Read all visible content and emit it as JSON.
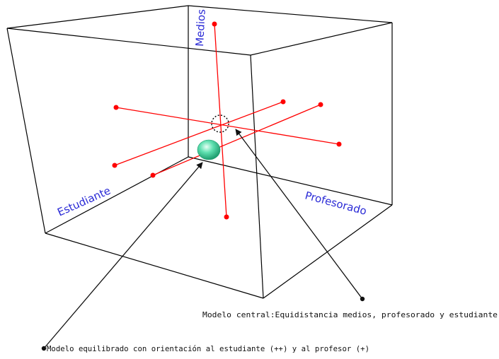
{
  "colors": {
    "cube_edges": "#000000",
    "axis_lines": "#ff0000",
    "axis_endpoints": "#ff0000",
    "axis_labels": "#2b2bd6",
    "model_sphere": "#3fcf9a",
    "annotation": "#111111"
  },
  "axes": {
    "medios": "Medios",
    "estudiante": "Estudiante",
    "profesorado": "Profesorado"
  },
  "annotations": {
    "central": "Modelo central:Equidistancia medios, profesorado y estudiante",
    "equilibrado": "Modelo equilibrado con orientación al estudiante (++) y al profesor (+)"
  },
  "markers": {
    "central_model": "dotted-circle",
    "balanced_model": "green-sphere"
  }
}
